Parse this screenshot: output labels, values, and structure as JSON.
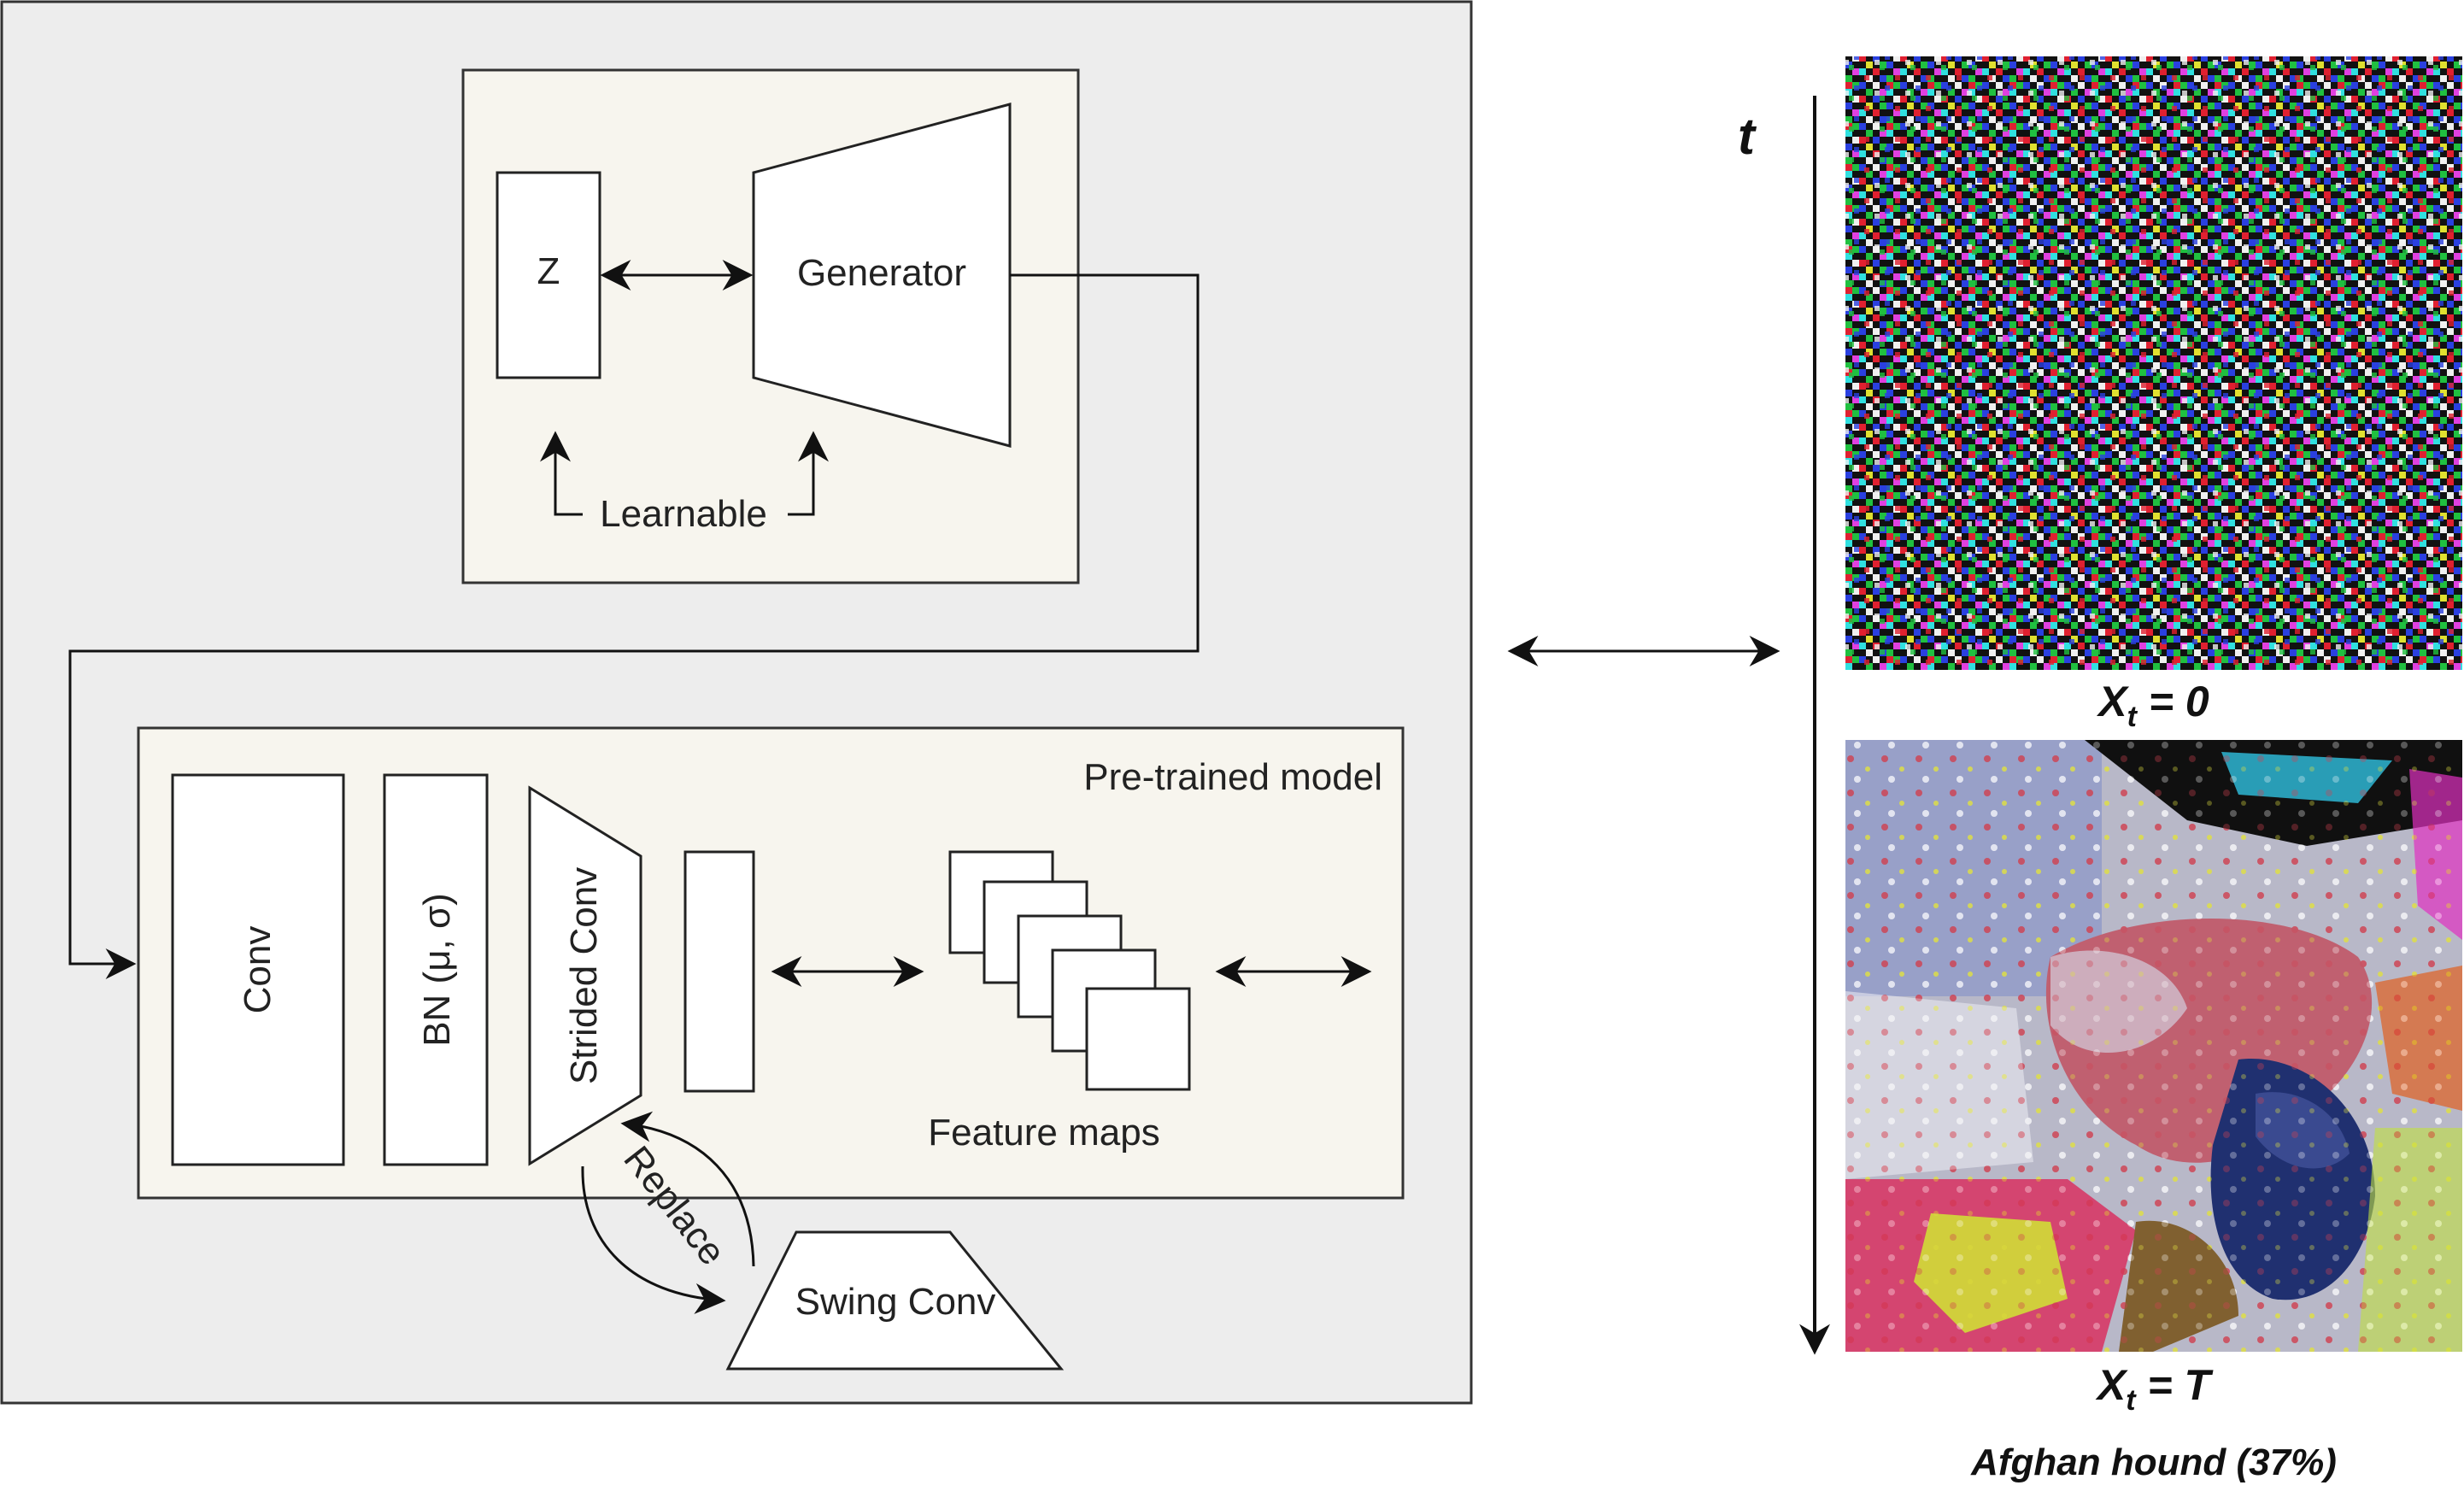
{
  "diagram": {
    "z_label": "Z",
    "generator_label": "Generator",
    "learnable_label": "Learnable",
    "pretrained_label": "Pre-trained model",
    "conv_label": "Conv",
    "bn_label": "BN (μ, σ)",
    "strided_conv_label": "Strided Conv",
    "feature_maps_label": "Feature maps",
    "replace_label": "Replace",
    "swing_conv_label": "Swing Conv"
  },
  "right_panel": {
    "time_axis_label": "t",
    "top_caption_var": "X",
    "top_caption_sub": "t",
    "top_caption_rest": " = 0",
    "bottom_caption_var": "X",
    "bottom_caption_sub": "t",
    "bottom_caption_rest": " = T",
    "prediction_label": "Afghan hound (37%)"
  },
  "colors": {
    "outer_panel_fill": "#ededed",
    "inner_box_fill": "#f7f5ee",
    "stroke": "#333333"
  }
}
